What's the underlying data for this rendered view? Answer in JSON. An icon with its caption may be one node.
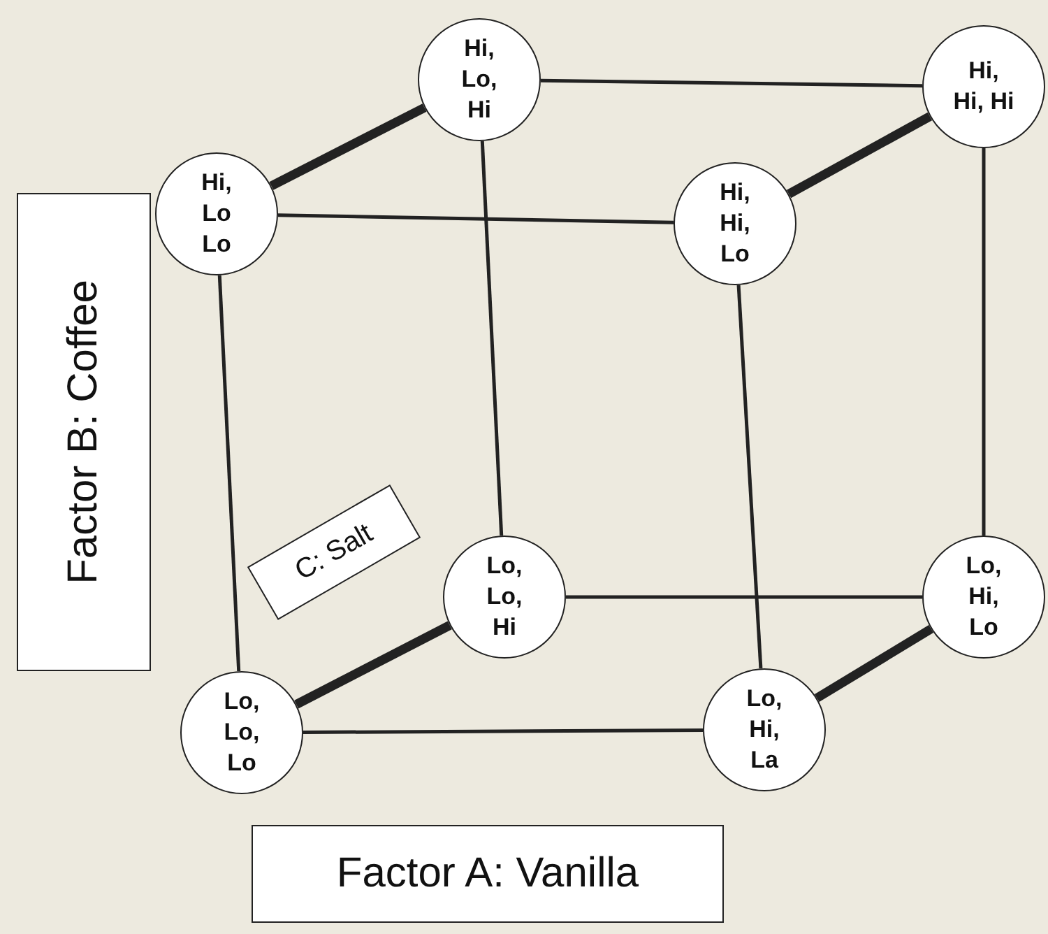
{
  "diagram": {
    "nodes": [
      {
        "text": [
          "Hi, Lo, Hi"
        ]
      },
      {
        "text": [
          "Hi, Hi, Hi"
        ]
      },
      {
        "text": [
          "Hi, Lo Lo"
        ]
      },
      {
        "text": [
          "Hi, Hi, Lo"
        ]
      },
      {
        "text": [
          "Lo, Lo, Hi"
        ]
      },
      {
        "text": [
          "Lo, Hi, Lo"
        ]
      },
      {
        "text": [
          "Lo, Lo, Lo"
        ]
      },
      {
        "text": [
          "Lo, Hi, La"
        ]
      },
      {
        "text": [
          "Factor B: Coffee"
        ]
      },
      {
        "text": [
          "C: Salt"
        ]
      },
      {
        "text": [
          "Factor A: Vanilla"
        ]
      }
    ],
    "edges": [
      {
        "from": 2,
        "to": 0,
        "arrow": "none",
        "style": "thick"
      },
      {
        "from": 0,
        "to": 1,
        "arrow": "none"
      },
      {
        "from": 2,
        "to": 3,
        "arrow": "none"
      },
      {
        "from": 3,
        "to": 1,
        "arrow": "none",
        "style": "thick"
      },
      {
        "from": 0,
        "to": 4,
        "arrow": "none"
      },
      {
        "from": 1,
        "to": 5,
        "arrow": "none"
      },
      {
        "from": 2,
        "to": 6,
        "arrow": "none"
      },
      {
        "from": 3,
        "to": 7,
        "arrow": "none"
      },
      {
        "from": 6,
        "to": 4,
        "arrow": "none",
        "style": "thick"
      },
      {
        "from": 4,
        "to": 5,
        "arrow": "none"
      },
      {
        "from": 6,
        "to": 7,
        "arrow": "none"
      },
      {
        "from": 7,
        "to": 5,
        "arrow": "none",
        "style": "thick"
      }
    ]
  }
}
